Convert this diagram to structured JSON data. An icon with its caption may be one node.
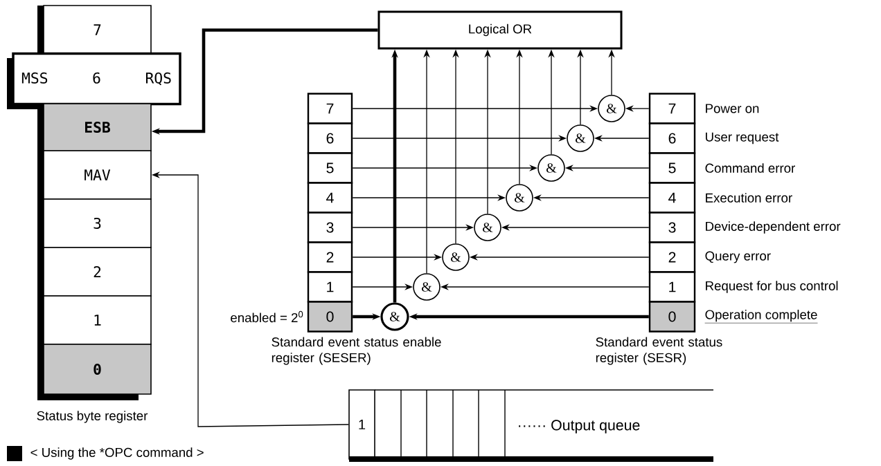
{
  "diagram": {
    "nodes": [
      {
        "text": [
          "7"
        ]
      },
      {
        "text": [
          "MSS",
          "6",
          "RQS"
        ]
      },
      {
        "text": [
          "ESB"
        ]
      },
      {
        "text": [
          "MAV"
        ]
      },
      {
        "text": [
          "3"
        ]
      },
      {
        "text": [
          "2"
        ]
      },
      {
        "text": [
          "1"
        ]
      },
      {
        "text": [
          "0"
        ]
      },
      {
        "text": [
          "Logical OR"
        ]
      },
      {
        "text": [
          "7"
        ]
      },
      {
        "text": [
          "6"
        ]
      },
      {
        "text": [
          "5"
        ]
      },
      {
        "text": [
          "4"
        ]
      },
      {
        "text": [
          "3"
        ]
      },
      {
        "text": [
          "2"
        ]
      },
      {
        "text": [
          "1"
        ]
      },
      {
        "text": [
          "0"
        ]
      },
      {
        "text": [
          "&"
        ]
      },
      {
        "text": [
          "&"
        ]
      },
      {
        "text": [
          "&"
        ]
      },
      {
        "text": [
          "&"
        ]
      },
      {
        "text": [
          "&"
        ]
      },
      {
        "text": [
          "&"
        ]
      },
      {
        "text": [
          "&"
        ]
      },
      {
        "text": [
          "&"
        ]
      },
      {
        "text": [
          "7"
        ],
        "beside": [
          "Power on"
        ]
      },
      {
        "text": [
          "6"
        ],
        "beside": [
          "User request"
        ]
      },
      {
        "text": [
          "5"
        ],
        "beside": [
          "Command error"
        ]
      },
      {
        "text": [
          "4"
        ],
        "beside": [
          "Execution error"
        ]
      },
      {
        "text": [
          "3"
        ],
        "beside": [
          "Device-dependent error"
        ]
      },
      {
        "text": [
          "2"
        ],
        "beside": [
          "Query error"
        ]
      },
      {
        "text": [
          "1"
        ],
        "beside": [
          "Request for bus control"
        ]
      },
      {
        "text": [
          "0"
        ],
        "beside": [
          "Operation complete"
        ]
      },
      {
        "text": [
          "1"
        ]
      }
    ],
    "edges": [
      {
        "from": 8,
        "to": 2,
        "arrow": "to",
        "style": "thick"
      },
      {
        "from": 33,
        "to": 3,
        "arrow": "to"
      },
      {
        "from": 9,
        "to": 17,
        "arrow": "to"
      },
      {
        "from": 25,
        "to": 17,
        "arrow": "to"
      },
      {
        "from": 17,
        "to": 8,
        "arrow": "to"
      },
      {
        "from": 10,
        "to": 18,
        "arrow": "to"
      },
      {
        "from": 26,
        "to": 18,
        "arrow": "to"
      },
      {
        "from": 18,
        "to": 8,
        "arrow": "to"
      },
      {
        "from": 11,
        "to": 19,
        "arrow": "to"
      },
      {
        "from": 27,
        "to": 19,
        "arrow": "to"
      },
      {
        "from": 19,
        "to": 8,
        "arrow": "to"
      },
      {
        "from": 12,
        "to": 20,
        "arrow": "to"
      },
      {
        "from": 28,
        "to": 20,
        "arrow": "to"
      },
      {
        "from": 20,
        "to": 8,
        "arrow": "to"
      },
      {
        "from": 13,
        "to": 21,
        "arrow": "to"
      },
      {
        "from": 29,
        "to": 21,
        "arrow": "to"
      },
      {
        "from": 21,
        "to": 8,
        "arrow": "to"
      },
      {
        "from": 14,
        "to": 22,
        "arrow": "to"
      },
      {
        "from": 30,
        "to": 22,
        "arrow": "to"
      },
      {
        "from": 22,
        "to": 8,
        "arrow": "to"
      },
      {
        "from": 15,
        "to": 23,
        "arrow": "to"
      },
      {
        "from": 31,
        "to": 23,
        "arrow": "to"
      },
      {
        "from": 23,
        "to": 8,
        "arrow": "to"
      },
      {
        "from": 16,
        "to": 24,
        "arrow": "to",
        "style": "thick"
      },
      {
        "from": 32,
        "to": 24,
        "arrow": "to",
        "style": "thick"
      },
      {
        "from": 24,
        "to": 8,
        "arrow": "to",
        "style": "thick"
      }
    ],
    "labels": [
      "Status byte register",
      "enabled = 2$^{0}$",
      "Standard event status enable register (SESER)",
      "Standard event status register (SESR)",
      "······ Output queue",
      "< Using the *OPC command >"
    ]
  }
}
